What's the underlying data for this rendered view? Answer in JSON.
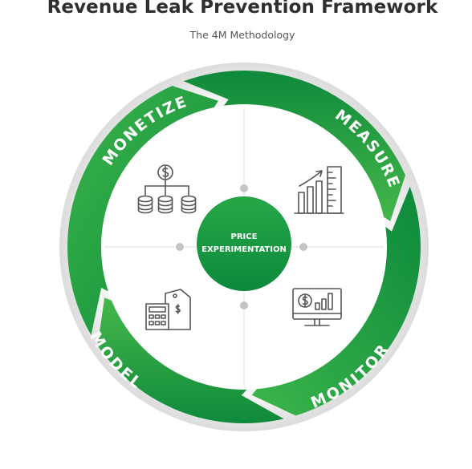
{
  "header": {
    "title": "Revenue Leak Prevention Framework",
    "subtitle": "The 4M Methodology"
  },
  "hub": {
    "line1": "PRICE",
    "line2": "EXPERIMENTATION"
  },
  "segments": [
    {
      "label": "MONETIZE",
      "icon": "dollar-hierarchy-icon"
    },
    {
      "label": "MEASURE",
      "icon": "bar-chart-ruler-icon"
    },
    {
      "label": "MONITOR",
      "icon": "monitor-dollar-chart-icon"
    },
    {
      "label": "MODEL",
      "icon": "calculator-price-tag-icon"
    }
  ],
  "colors": {
    "green_dark": "#108a3a",
    "green_light": "#3cb54a",
    "ring_bg": "#e8e8e8",
    "icon_stroke": "#555555",
    "divider": "#d9d9d9",
    "dot": "#c4c4c4"
  }
}
